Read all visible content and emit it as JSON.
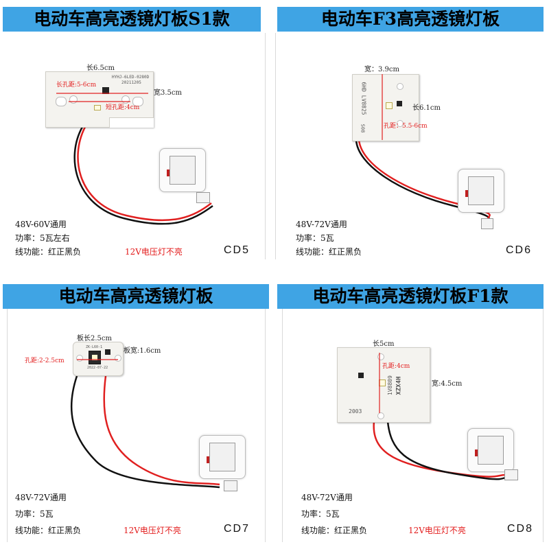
{
  "products": [
    {
      "title": "电动车高亮透镜灯板S1款",
      "dims": {
        "length": "长6.5cm",
        "width": "宽3.5cm",
        "long_hole": "长孔距:5-6cm",
        "short_hole": "短孔距:4cm"
      },
      "pcb_text": [
        "HYHJ-6LED-0280D",
        "20211205"
      ],
      "specs": {
        "voltage": "48V-60V通用",
        "power": "功率：5瓦左右",
        "wire": "线功能：红正黑负",
        "warning": "12V电压灯不亮"
      },
      "code": "CD5"
    },
    {
      "title": "电动车F3高亮透镜灯板",
      "dims": {
        "width": "宽：3.9cm",
        "length": "长6.1cm",
        "hole": "孔距：5.5-6cm"
      },
      "pcb_text": [
        "6HD LV8825",
        "S08"
      ],
      "specs": {
        "voltage": "48V-72V通用",
        "power": "功率：5瓦",
        "wire": "线功能：红正黑负"
      },
      "code": "CD6"
    },
    {
      "title": "电动车高亮透镜灯板",
      "dims": {
        "length": "板长2.5cm",
        "width": "板宽:1.6cm",
        "hole": "孔距:2-2.5cm"
      },
      "pcb_text": [
        "ZK-L60-1",
        "2022-07-22"
      ],
      "specs": {
        "voltage": "48V-72V通用",
        "power": "功率：5瓦",
        "wire": "线功能：红正黑负",
        "warning": "12V电压灯不亮"
      },
      "code": "CD7"
    },
    {
      "title": "电动车高亮透镜灯板F1款",
      "dims": {
        "length": "长5cm",
        "width": "宽:4.5cm",
        "hole": "孔距:4cm"
      },
      "pcb_text": [
        "1V8809",
        "XZX4H",
        "2003"
      ],
      "specs": {
        "voltage": "48V-72V通用",
        "power": "功率：5瓦",
        "wire": "线功能：红正黑负",
        "warning": "12V电压灯不亮"
      },
      "code": "CD8"
    }
  ]
}
